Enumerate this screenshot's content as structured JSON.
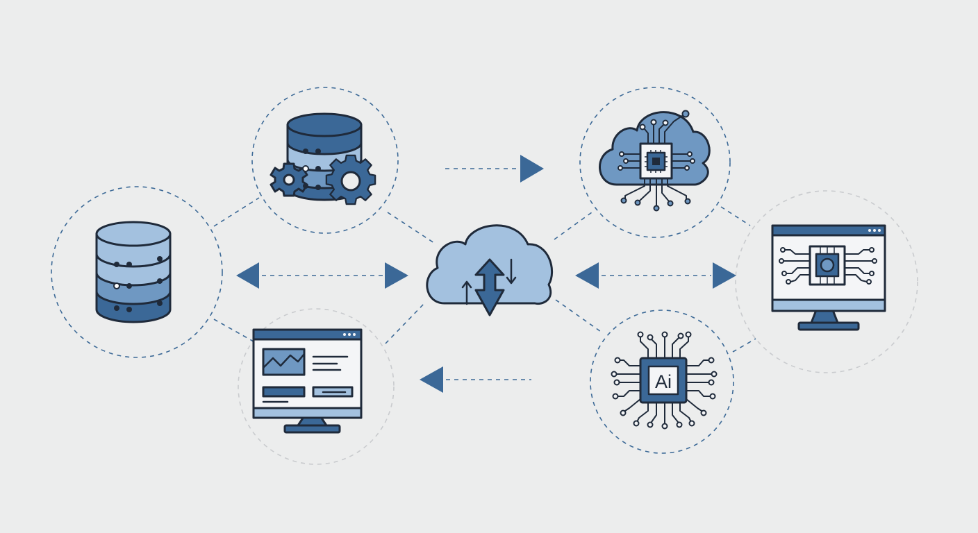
{
  "colors": {
    "background": "#eceded",
    "outline": "#1f2a3a",
    "dark_blue": "#3b6897",
    "mid_blue": "#6f98c2",
    "light_blue": "#a3c1df",
    "screen_fill": "#f4f5f7",
    "dashed_dark": "#3d6a97",
    "dashed_light": "#c9cbce"
  },
  "nodes": [
    {
      "id": "database-left",
      "icon": "database-icon"
    },
    {
      "id": "database-gear",
      "icon": "database-gear-icon"
    },
    {
      "id": "dashboard-monitor",
      "icon": "monitor-chart-icon"
    },
    {
      "id": "cloud-hub",
      "icon": "cloud-sync-icon"
    },
    {
      "id": "cloud-chip",
      "icon": "cloud-circuit-icon"
    },
    {
      "id": "chip-monitor",
      "icon": "monitor-chip-icon"
    },
    {
      "id": "ai-chip",
      "icon": "ai-chip-icon"
    }
  ],
  "ai_chip": {
    "label": "Ai"
  }
}
